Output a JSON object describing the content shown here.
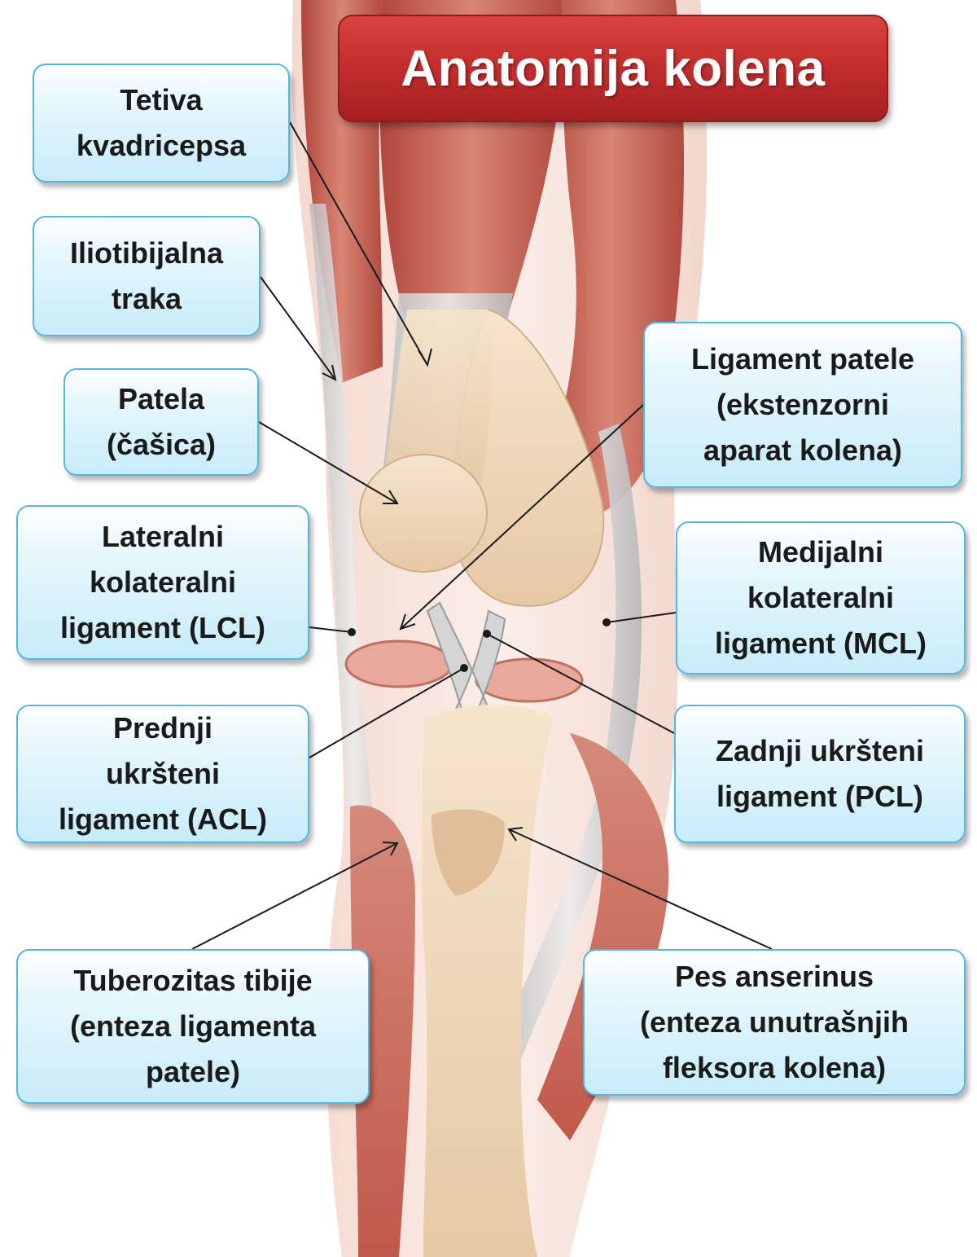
{
  "title": "Anatomija kolena",
  "labels": {
    "quadriceps_tendon": [
      "Tetiva",
      "kvadricepsa"
    ],
    "iliotibial_band": [
      "Iliotibijalna",
      "traka"
    ],
    "patella": [
      "Patela",
      "(čašica)"
    ],
    "lcl": [
      "Lateralni",
      "kolateralni",
      "ligament (LCL)"
    ],
    "acl": [
      "Prednji",
      "ukršteni",
      "ligament (ACL)"
    ],
    "tibial_tuberosity": [
      "Tuberozitas tibije",
      "(enteza ligamenta",
      "patele)"
    ],
    "patellar_ligament": [
      "Ligament patele",
      "(ekstenzorni",
      "aparat kolena)"
    ],
    "mcl": [
      "Medijalni",
      "kolateralni",
      "ligament (MCL)"
    ],
    "pcl": [
      "Zadnji ukršteni",
      "ligament (PCL)"
    ],
    "pes_anserinus": [
      "Pes anserinus",
      "(enteza unutrašnjih",
      "fleksora kolena)"
    ]
  },
  "colors": {
    "title_red": "#c52f2e",
    "label_fill": "#c7ecf9",
    "label_border": "#57b6e0",
    "muscle": "#c9665a",
    "muscle_dark": "#a8342c",
    "bone": "#f2dcc0",
    "tendon": "#d8d8d8",
    "skin": "#f6e0d6"
  }
}
